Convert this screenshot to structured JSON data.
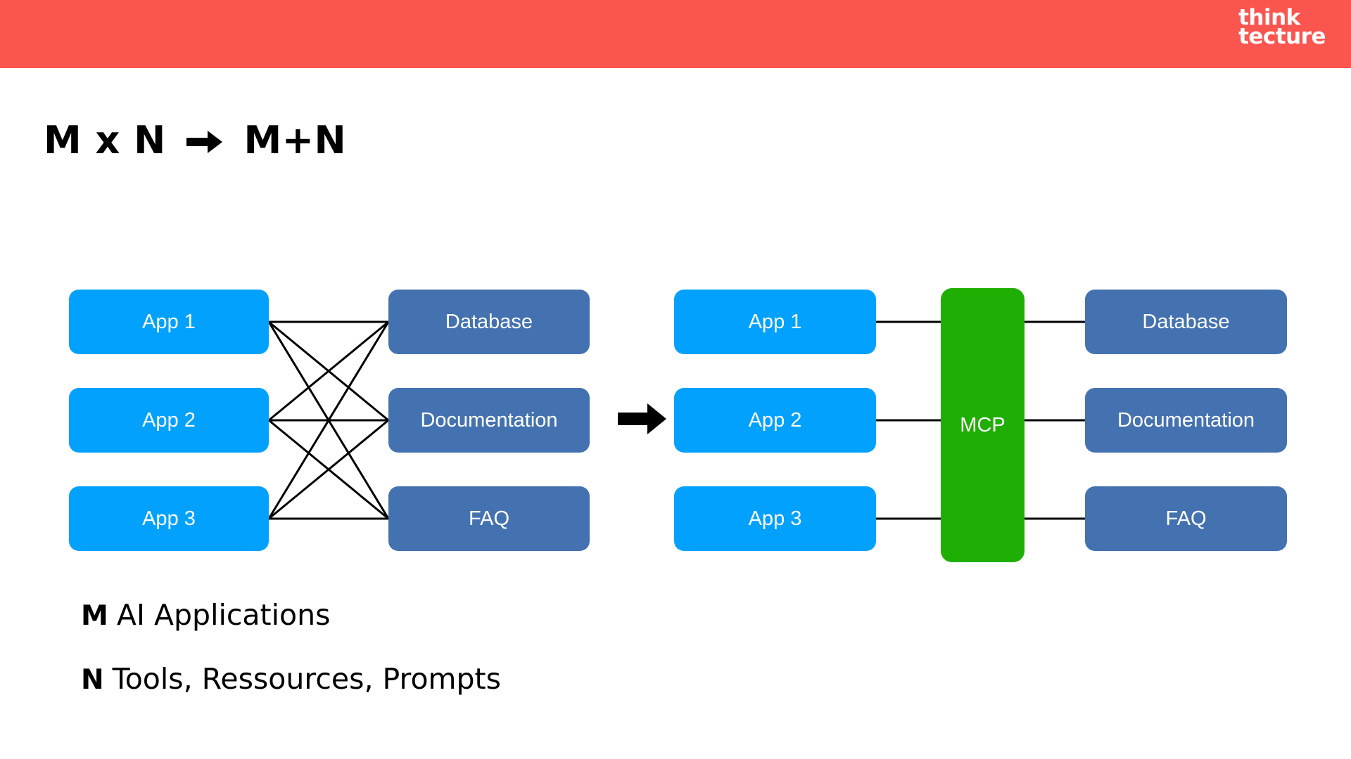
{
  "header": {
    "background_color": "#fb5550",
    "logo": {
      "name": "think-tecture-logo",
      "line1": "think",
      "line2": "tecture",
      "color": "#ffffff"
    }
  },
  "title": {
    "before_arrow": "M x N",
    "arrow_icon": "right-arrow-icon",
    "after_arrow": "M+N",
    "full": "M x N ➡ M+N"
  },
  "colors": {
    "app_blue": "#02a1fd",
    "resource_blue": "#4472b0",
    "mcp_green": "#1fae03",
    "accent_red": "#fb5550",
    "line": "#000000",
    "background": "#ffffff"
  },
  "diagram": {
    "left_cluster": {
      "name": "m-times-n-mesh",
      "apps": [
        {
          "label": "App 1"
        },
        {
          "label": "App 2"
        },
        {
          "label": "App 3"
        }
      ],
      "resources": [
        {
          "label": "Database"
        },
        {
          "label": "Documentation"
        },
        {
          "label": "FAQ"
        }
      ],
      "connection_style": "full-mesh",
      "connection_count": 9
    },
    "transform_arrow": {
      "name": "transform-arrow-icon",
      "direction": "right"
    },
    "right_cluster": {
      "name": "m-plus-n-hub",
      "apps": [
        {
          "label": "App 1"
        },
        {
          "label": "App 2"
        },
        {
          "label": "App 3"
        }
      ],
      "hub": {
        "label": "MCP"
      },
      "resources": [
        {
          "label": "Database"
        },
        {
          "label": "Documentation"
        },
        {
          "label": "FAQ"
        }
      ],
      "connection_style": "hub-and-spoke",
      "connection_count": 6
    }
  },
  "legend": [
    {
      "key": "M",
      "text": "AI Applications"
    },
    {
      "key": "N",
      "text": "Tools, Ressources, Prompts"
    }
  ]
}
